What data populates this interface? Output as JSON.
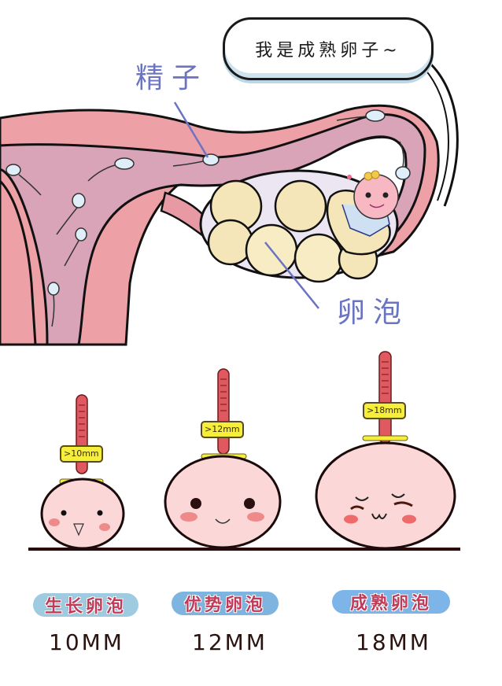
{
  "speech_bubble": {
    "text": "我是成熟卵子~"
  },
  "labels": {
    "sperm": "精子",
    "follicle": "卵泡"
  },
  "stages": [
    {
      "name": "生长卵泡",
      "size": "10MM",
      "tag": ">10mm",
      "expression": "surprised"
    },
    {
      "name": "优势卵泡",
      "size": "12MM",
      "tag": ">12mm",
      "expression": "smiling"
    },
    {
      "name": "成熟卵泡",
      "size": "18MM",
      "tag": ">18mm",
      "expression": "content"
    }
  ],
  "colors": {
    "uterus_outer": "#eda0a6",
    "uterus_inner": "#d9a3b8",
    "follicle": "#f4e6b8",
    "ovary": "#e8e2f0",
    "label_blue": "#6a74c2",
    "pill_blue": "#8fc4de",
    "pill_text": "#c23a5a",
    "ruler_red": "#e05860",
    "tag_yellow": "#f5ee3a",
    "face_pink": "#fbd7d7"
  }
}
